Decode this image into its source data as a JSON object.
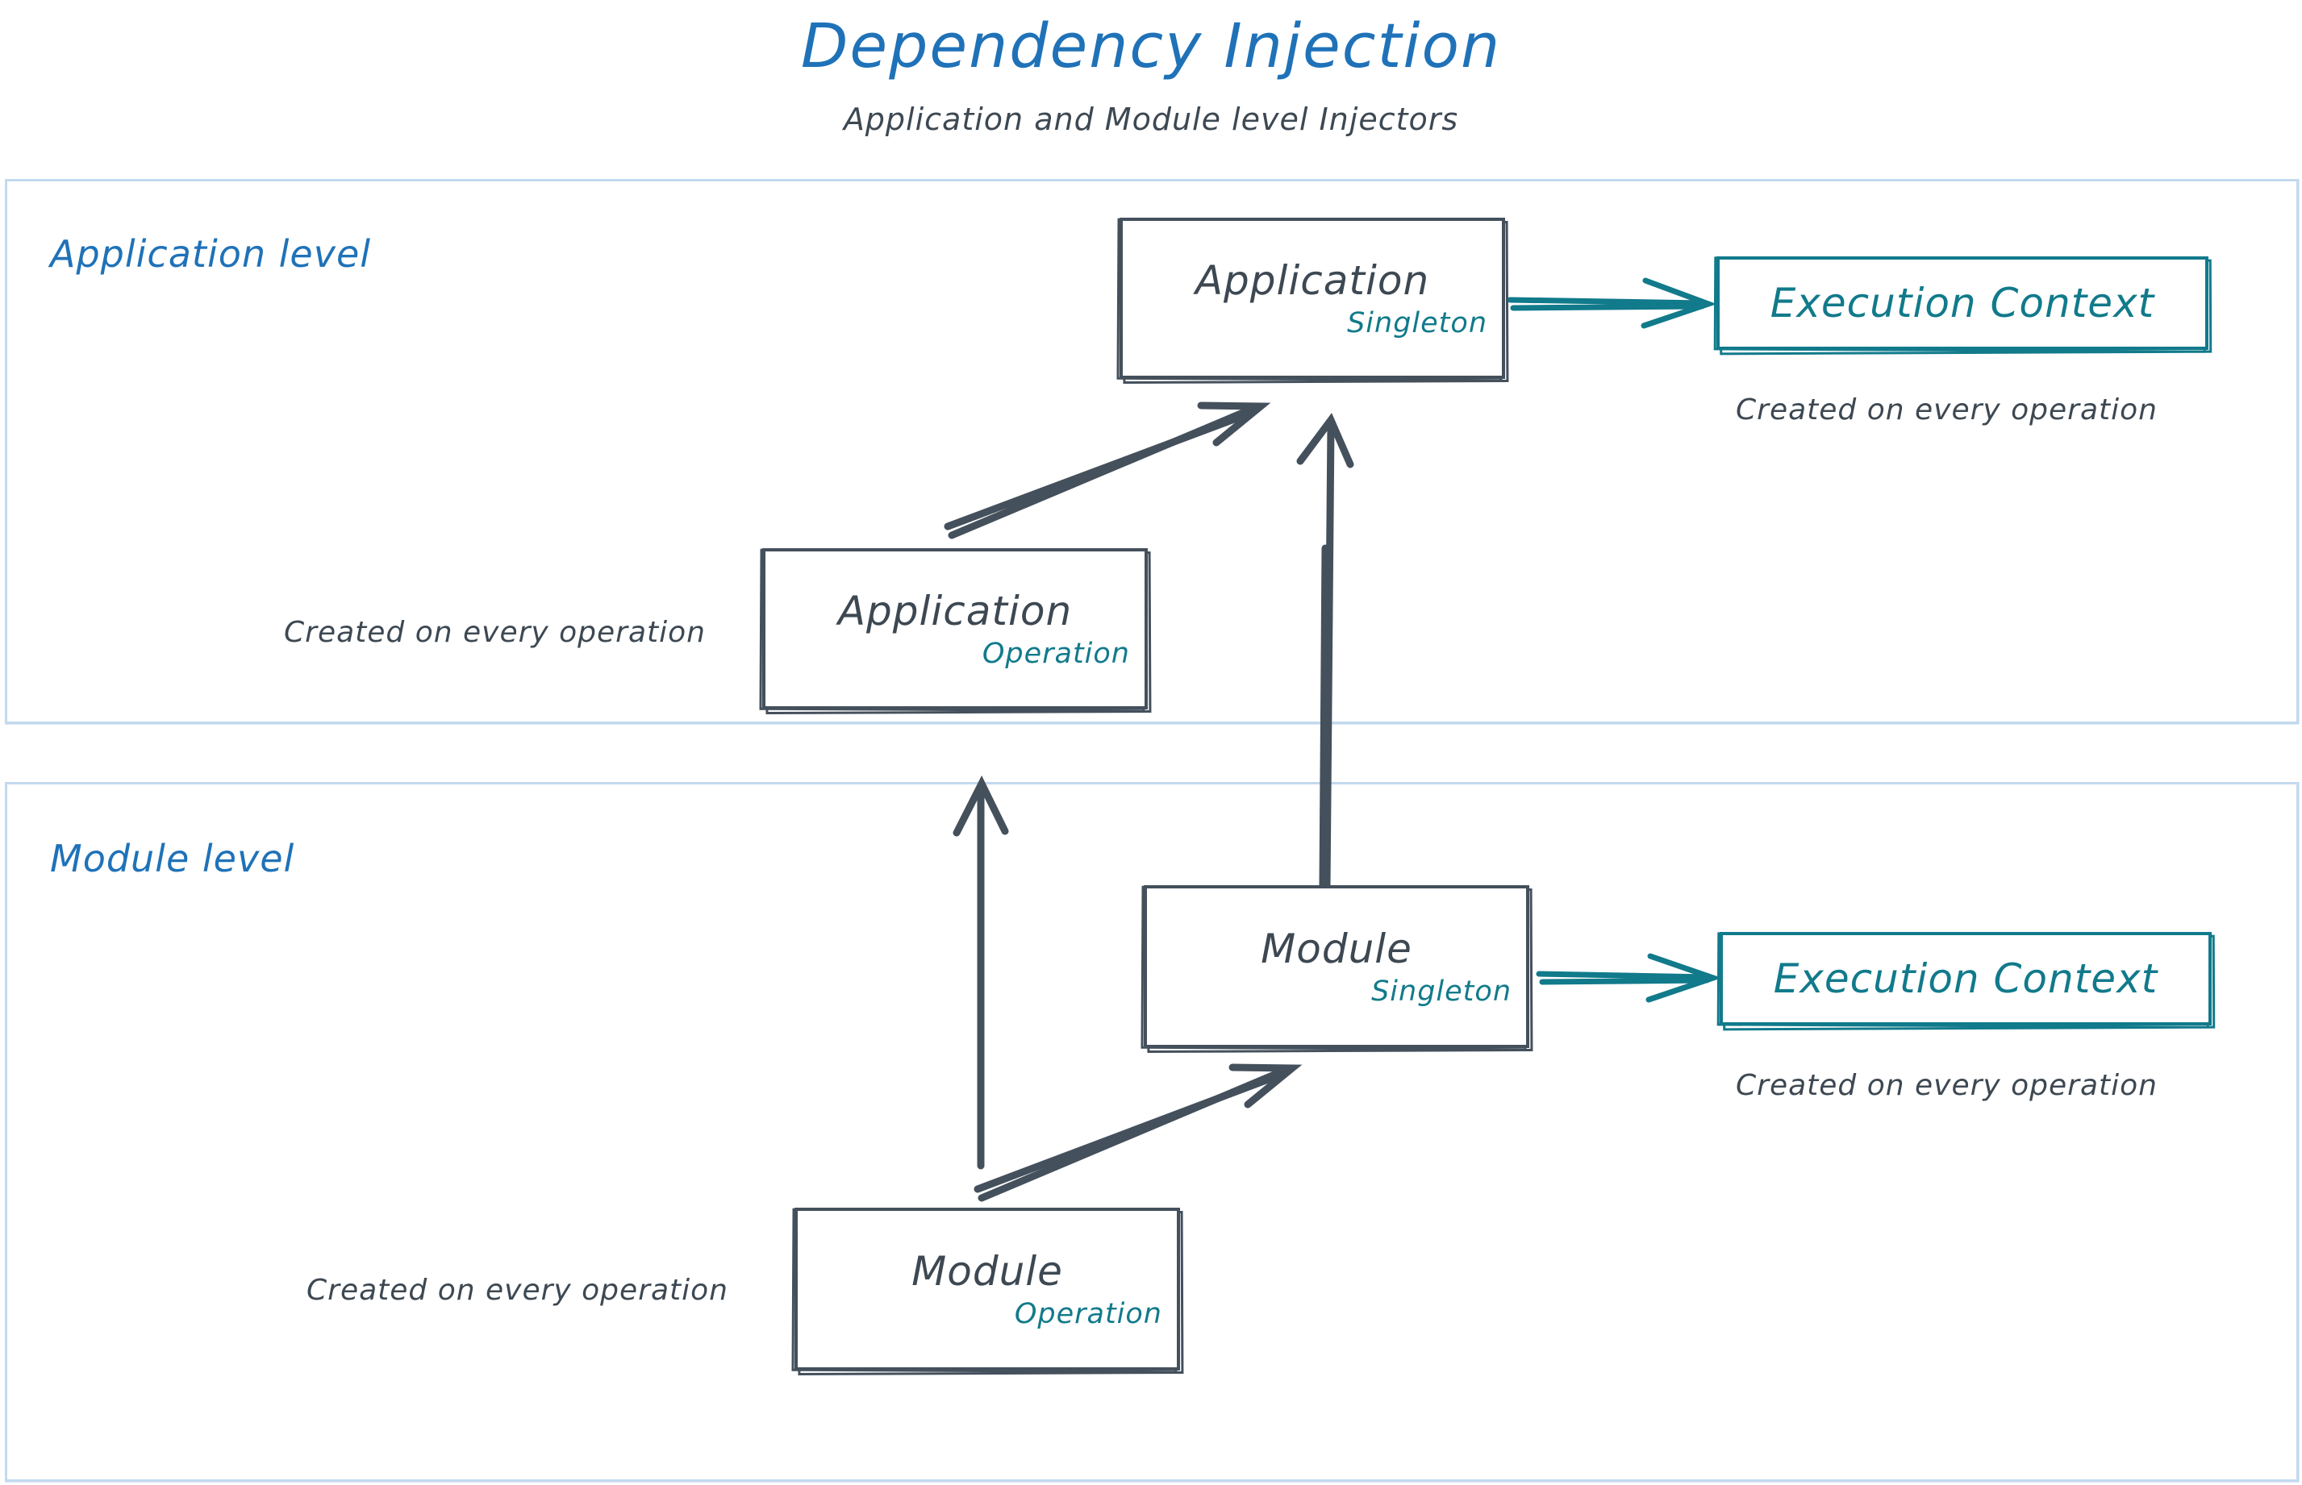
{
  "header": {
    "title": "Dependency Injection",
    "subtitle": "Application and Module level Injectors"
  },
  "colors": {
    "title_blue": "#1f72b8",
    "level_border": "#c3d9ee",
    "node_stroke": "#44505c",
    "teal": "#117a8b",
    "text_dark": "#3d4852",
    "background": "#ffffff"
  },
  "levels": [
    {
      "id": "application-level",
      "label": "Application level"
    },
    {
      "id": "module-level",
      "label": "Module level"
    }
  ],
  "nodes": [
    {
      "id": "application-singleton",
      "main": "Application",
      "scope": "Singleton",
      "style": "dark",
      "level": "application-level"
    },
    {
      "id": "application-execution-context",
      "main": "Execution Context",
      "scope": "",
      "style": "teal",
      "level": "application-level"
    },
    {
      "id": "application-operation",
      "main": "Application",
      "scope": "Operation",
      "style": "dark",
      "level": "application-level"
    },
    {
      "id": "module-singleton",
      "main": "Module",
      "scope": "Singleton",
      "style": "dark",
      "level": "module-level"
    },
    {
      "id": "module-execution-context",
      "main": "Execution Context",
      "scope": "",
      "style": "teal",
      "level": "module-level"
    },
    {
      "id": "module-operation",
      "main": "Module",
      "scope": "Operation",
      "style": "dark",
      "level": "module-level"
    }
  ],
  "captions": [
    {
      "id": "caption-app-exec-context",
      "text": "Created on every operation"
    },
    {
      "id": "caption-app-operation",
      "text": "Created on every operation"
    },
    {
      "id": "caption-module-exec-context",
      "text": "Created on every operation"
    },
    {
      "id": "caption-module-operation",
      "text": "Created on every operation"
    }
  ],
  "edges": [
    {
      "id": "edge-app-singleton-to-exec-context",
      "from": "application-singleton",
      "to": "application-execution-context",
      "color": "teal",
      "direction": "right"
    },
    {
      "id": "edge-app-operation-to-app-singleton",
      "from": "application-operation",
      "to": "application-singleton",
      "color": "dark",
      "direction": "up-right"
    },
    {
      "id": "edge-module-singleton-to-app-singleton",
      "from": "module-singleton",
      "to": "application-singleton",
      "color": "dark",
      "direction": "up"
    },
    {
      "id": "edge-module-singleton-to-exec-context",
      "from": "module-singleton",
      "to": "module-execution-context",
      "color": "teal",
      "direction": "right"
    },
    {
      "id": "edge-module-operation-to-module-singleton",
      "from": "module-operation",
      "to": "module-singleton",
      "color": "dark",
      "direction": "up-right"
    },
    {
      "id": "edge-module-operation-to-app-operation",
      "from": "module-operation",
      "to": "application-operation",
      "color": "dark",
      "direction": "up"
    }
  ]
}
